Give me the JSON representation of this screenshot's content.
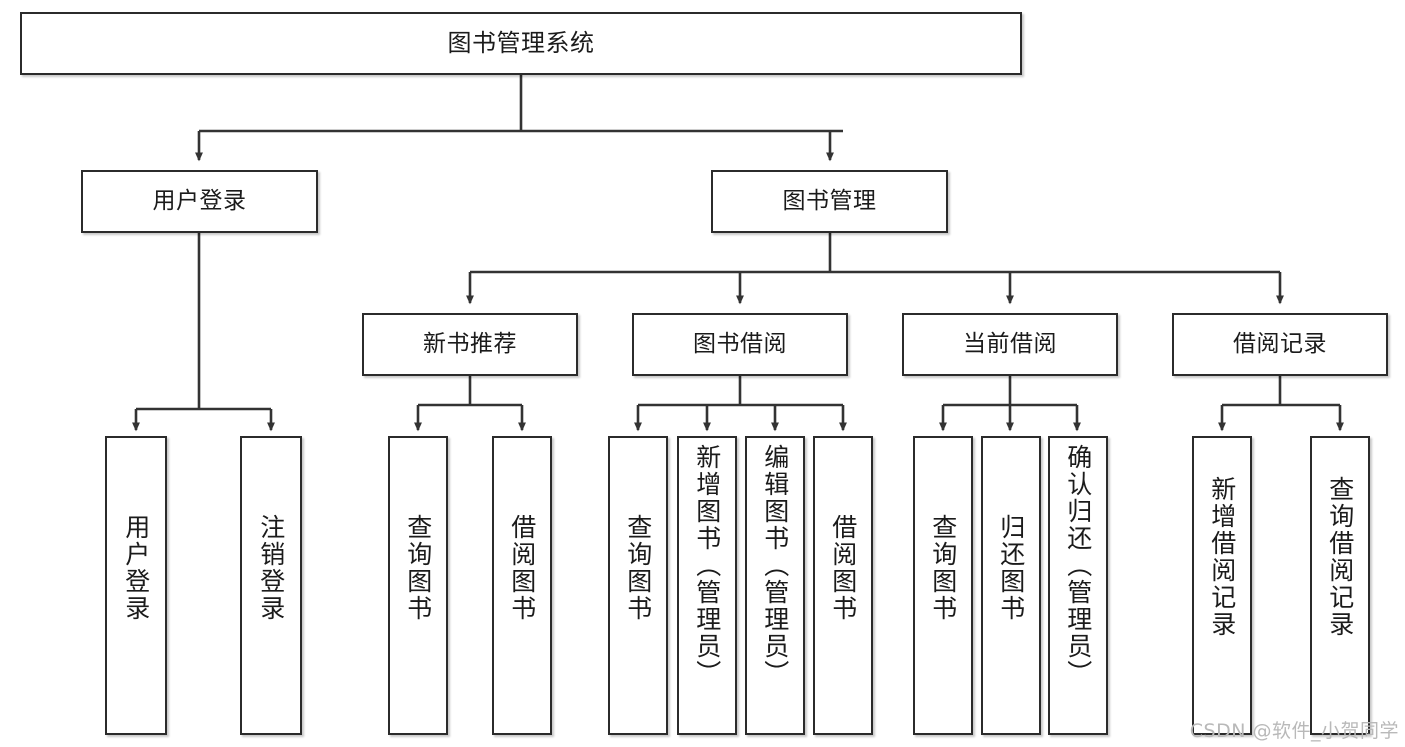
{
  "diagram": {
    "type": "tree-hierarchy",
    "title": "图书管理系统",
    "watermark": "CSDN @软件_小贺同学",
    "colors": {
      "node_border": "#2b2b2b",
      "node_fill": "#ffffff",
      "edge": "#333333",
      "text": "#1b1b1b",
      "watermark": "#b9b9b9"
    },
    "levels": {
      "level0": [
        {
          "id": "root",
          "label": "图书管理系统"
        }
      ],
      "level1": [
        {
          "id": "user-login",
          "label": "用户登录",
          "parent": "root"
        },
        {
          "id": "book-manage",
          "label": "图书管理",
          "parent": "root"
        }
      ],
      "level2": [
        {
          "id": "new-book-rec",
          "label": "新书推荐",
          "parent": "book-manage"
        },
        {
          "id": "book-borrow",
          "label": "图书借阅",
          "parent": "book-manage"
        },
        {
          "id": "current-borrow",
          "label": "当前借阅",
          "parent": "book-manage"
        },
        {
          "id": "borrow-record",
          "label": "借阅记录",
          "parent": "book-manage"
        }
      ],
      "level3": [
        {
          "id": "leaf-user-login",
          "label": "用户登录",
          "parent": "user-login"
        },
        {
          "id": "leaf-logout",
          "label": "注销登录",
          "parent": "user-login"
        },
        {
          "id": "leaf-query-book-1",
          "label": "查询图书",
          "parent": "new-book-rec"
        },
        {
          "id": "leaf-borrow-book-1",
          "label": "借阅图书",
          "parent": "new-book-rec"
        },
        {
          "id": "leaf-query-book-2",
          "label": "查询图书",
          "parent": "book-borrow"
        },
        {
          "id": "leaf-add-book",
          "label": "新增图书（管理员）",
          "parent": "book-borrow"
        },
        {
          "id": "leaf-edit-book",
          "label": "编辑图书（管理员）",
          "parent": "book-borrow"
        },
        {
          "id": "leaf-borrow-book-2",
          "label": "借阅图书",
          "parent": "book-borrow"
        },
        {
          "id": "leaf-query-book-3",
          "label": "查询图书",
          "parent": "current-borrow"
        },
        {
          "id": "leaf-return-book",
          "label": "归还图书",
          "parent": "current-borrow"
        },
        {
          "id": "leaf-confirm-return",
          "label": "确认归还（管理员）",
          "parent": "current-borrow"
        },
        {
          "id": "leaf-add-record",
          "label": "新增借阅记录",
          "parent": "borrow-record"
        },
        {
          "id": "leaf-query-record",
          "label": "查询借阅记录",
          "parent": "borrow-record"
        }
      ]
    }
  }
}
